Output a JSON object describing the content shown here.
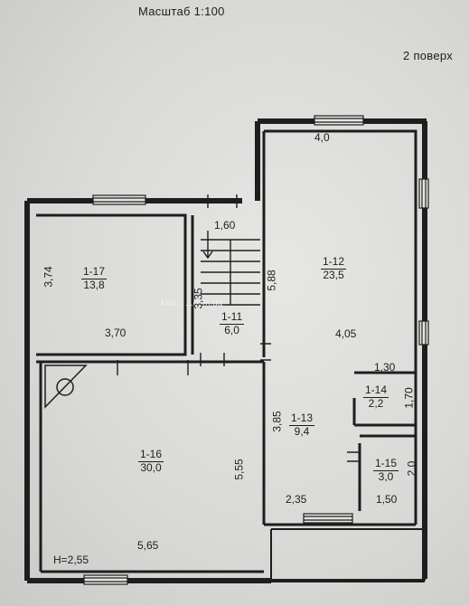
{
  "header": {
    "scale": "Масштаб 1:100",
    "floor": "2 поверх"
  },
  "watermark": "kha... ...com.ua",
  "rooms": [
    {
      "id": "1-12",
      "area": "23,5"
    },
    {
      "id": "1-17",
      "area": "13,8"
    },
    {
      "id": "1-11",
      "area": "6,0"
    },
    {
      "id": "1-13",
      "area": "9,4"
    },
    {
      "id": "1-14",
      "area": "2,2"
    },
    {
      "id": "1-15",
      "area": "3,0"
    },
    {
      "id": "1-16",
      "area": "30,0"
    }
  ],
  "dimensions": {
    "top_width": "4,0",
    "stair_width": "1,60",
    "r17_height": "3,74",
    "r17_width": "3,70",
    "stair_len": "3,35",
    "r12_height": "5,88",
    "r12_width": "4,05",
    "r14_width": "1,30",
    "r14_height": "1,70",
    "r13_height": "3,85",
    "r15_height": "2,0",
    "r16_height": "5,55",
    "r13_width": "2,35",
    "r15_width": "1,50",
    "r16_width": "5,65",
    "ceiling_height": "H=2,55"
  }
}
